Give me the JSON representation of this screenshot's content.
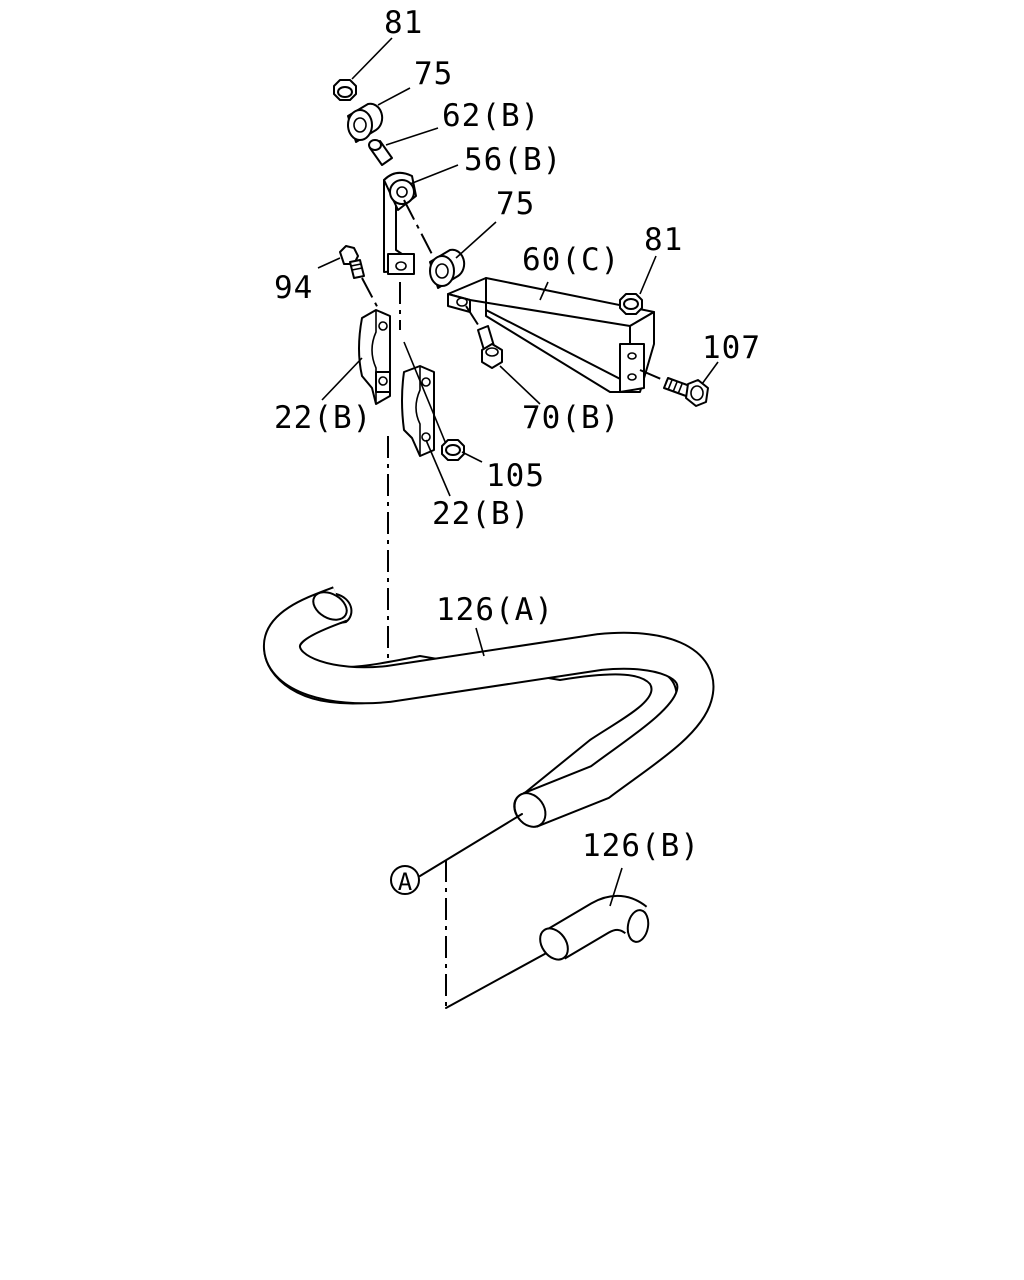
{
  "labels": {
    "l81_top": "81",
    "l75_top": "75",
    "l62b": "62(B)",
    "l56b": "56(B)",
    "l75_mid": "75",
    "l81_right": "81",
    "l60c": "60(C)",
    "l94": "94",
    "l107": "107",
    "l22b_left": "22(B)",
    "l70b": "70(B)",
    "l105": "105",
    "l22b_mid": "22(B)",
    "l126a": "126(A)",
    "l126b": "126(B)",
    "ref_a": "A"
  }
}
